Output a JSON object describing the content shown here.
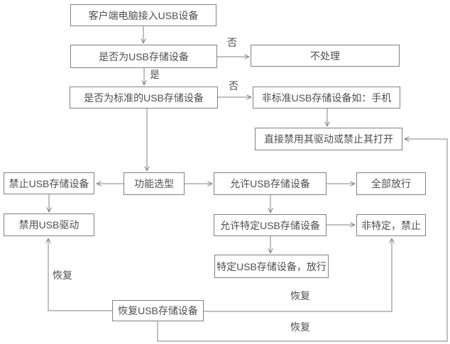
{
  "nodes": {
    "client": {
      "label": "客户端电脑接入USB设备"
    },
    "is_usb_storage": {
      "label": "是否为USB存储设备"
    },
    "no_action": {
      "label": "不处理"
    },
    "is_standard": {
      "label": "是否为标准的USB存储设备"
    },
    "non_standard": {
      "label": "非标准USB存储设备如：手机"
    },
    "disable_or_block_open": {
      "label": "直接禁用其驱动或禁止其打开"
    },
    "forbid_usb_storage": {
      "label": "禁止USB存储设备"
    },
    "function_select": {
      "label": "功能选型"
    },
    "allow_usb_storage": {
      "label": "允许USB存储设备"
    },
    "allow_all": {
      "label": "全部放行"
    },
    "disable_usb_drive": {
      "label": "禁用USB驱动"
    },
    "allow_specific": {
      "label": "允许特定USB存储设备"
    },
    "non_specific_forbid": {
      "label": "非特定，禁止"
    },
    "specific_allow": {
      "label": "特定USB存储设备，放行"
    },
    "restore_usb_storage": {
      "label": "恢复USB存储设备"
    }
  },
  "edge_labels": {
    "yes": "是",
    "no": "否",
    "restore": "恢复"
  },
  "colors": {
    "line": "#808080",
    "text": "#4f4f4f",
    "background": "#ffffff"
  }
}
